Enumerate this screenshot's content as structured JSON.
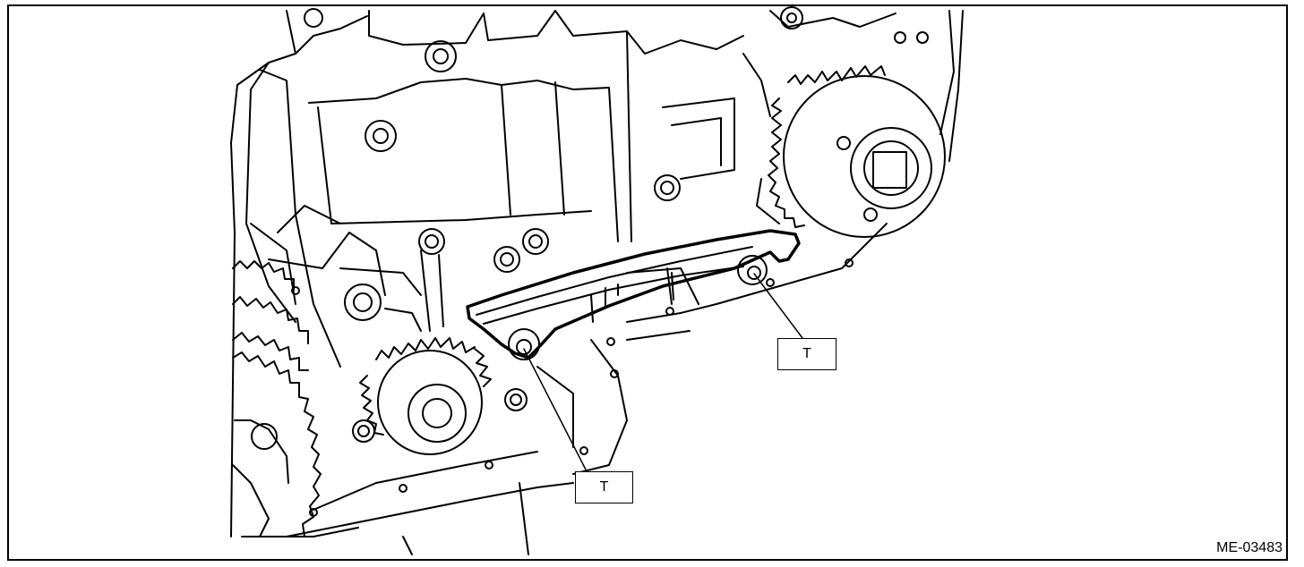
{
  "figure": {
    "callouts": [
      {
        "label": "T"
      },
      {
        "label": "T"
      }
    ],
    "figure_id": "ME-03483"
  },
  "colors": {
    "line": "#000000",
    "background": "#ffffff"
  }
}
